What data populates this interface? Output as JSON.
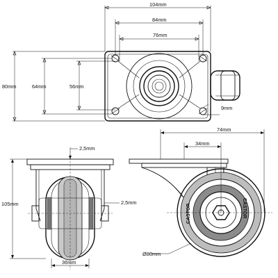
{
  "dimensions": {
    "top_view": {
      "plate_width": "104mm",
      "hole_spacing_outer": "84mm",
      "hole_spacing_inner": "76mm",
      "plate_height": "80mm",
      "hole_spacing_vertical_outer": "64mm",
      "hole_spacing_vertical_inner": "56mm",
      "hole_diameter": "9mm"
    },
    "front_view": {
      "plate_thickness": "2,5mm",
      "fork_thickness": "2,5mm",
      "total_height": "105mm",
      "wheel_width": "36mm"
    },
    "side_view": {
      "swivel_radius": "74mm",
      "offset": "34mm",
      "wheel_diameter": "Ø80mm"
    }
  },
  "wheel_tread_text": "CASTOR"
}
